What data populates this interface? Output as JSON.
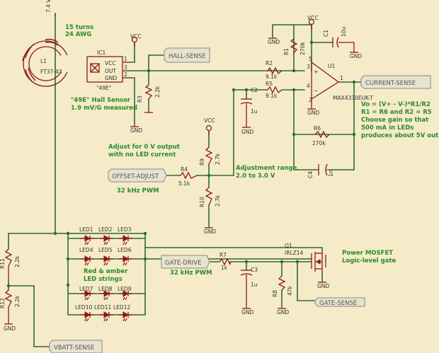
{
  "components": {
    "L1": {
      "name": "L1",
      "core": "FT37-43"
    },
    "IC1": {
      "name": "IC1",
      "pins": [
        "VCC",
        "OUT",
        "GND"
      ],
      "pin_numbers": [
        "1",
        "3",
        "2"
      ],
      "part": "\"49E\""
    },
    "U1": {
      "name": "U1",
      "part": "MAX4330EUK-T",
      "pin_numbers": [
        "1",
        "2",
        "3",
        "4",
        "5"
      ]
    },
    "R1": {
      "name": "R1",
      "value": "270k"
    },
    "R2": {
      "name": "R2",
      "value": "9.1k"
    },
    "R3": {
      "name": "R3",
      "value": "2.2k"
    },
    "R4": {
      "name": "R4",
      "value": "5.1k"
    },
    "R5": {
      "name": "R5",
      "value": "9.1k"
    },
    "R6": {
      "name": "R6",
      "value": "270k"
    },
    "R7": {
      "name": "R7",
      "value": "1k"
    },
    "R8": {
      "name": "R8",
      "value": "47k"
    },
    "R9": {
      "name": "R9",
      "value": "2.7k"
    },
    "R10": {
      "name": "R10",
      "value": "2.7k"
    },
    "R11": {
      "name": "R11",
      "value": "2.2k"
    },
    "R12": {
      "name": "R12",
      "value": "2.2k"
    },
    "C1": {
      "name": "C1",
      "value": "10u"
    },
    "C2": {
      "name": "C2",
      "value": "1u"
    },
    "C3": {
      "name": "C3",
      "value": "1u"
    },
    "C4": {
      "name": "C4",
      "value": "1n"
    },
    "Q1": {
      "name": "Q1",
      "part": "IRLZ14"
    },
    "leds": [
      "LED1",
      "LED2",
      "LED3",
      "LED4",
      "LED5",
      "LED6",
      "LED7",
      "LED8",
      "LED9",
      "LED10",
      "LED11",
      "LED12"
    ]
  },
  "power": {
    "vcc": "VCC",
    "gnd": "GND",
    "supply": "7.4 V"
  },
  "net_labels": {
    "hall_sense": "HALL-SENSE",
    "current_sense": "CURRENT-SENSE",
    "offset_adjust": "OFFSET-ADJUST",
    "gate_drive": "GATE-DRIVE",
    "gate_sense": "GATE-SENSE",
    "vbatt_sense": "VBATT-SENSE"
  },
  "notes": {
    "turns": [
      "15 turns",
      "24 AWG"
    ],
    "hall": [
      "\"49E\" Hall Sensor",
      "1.9 mV/G measured"
    ],
    "offset": [
      "Adjust for 0 V output",
      "with no LED current"
    ],
    "pwm1": "32 kHz PWM",
    "range": [
      "Adjustment range",
      "2.0 to 3.0 V"
    ],
    "formula": [
      "Vo = (V+ - V-)*R1/R2",
      "R1 = R6 and R2 = R5",
      "Choose gain so that",
      "500 mA  in LEDs",
      "produces about 5V out"
    ],
    "strings": [
      "Red & amber",
      "LED strings"
    ],
    "pwm2": "32 kHz PWM",
    "mosfet": [
      "Power MOSFET",
      "Logic-level gate"
    ]
  }
}
